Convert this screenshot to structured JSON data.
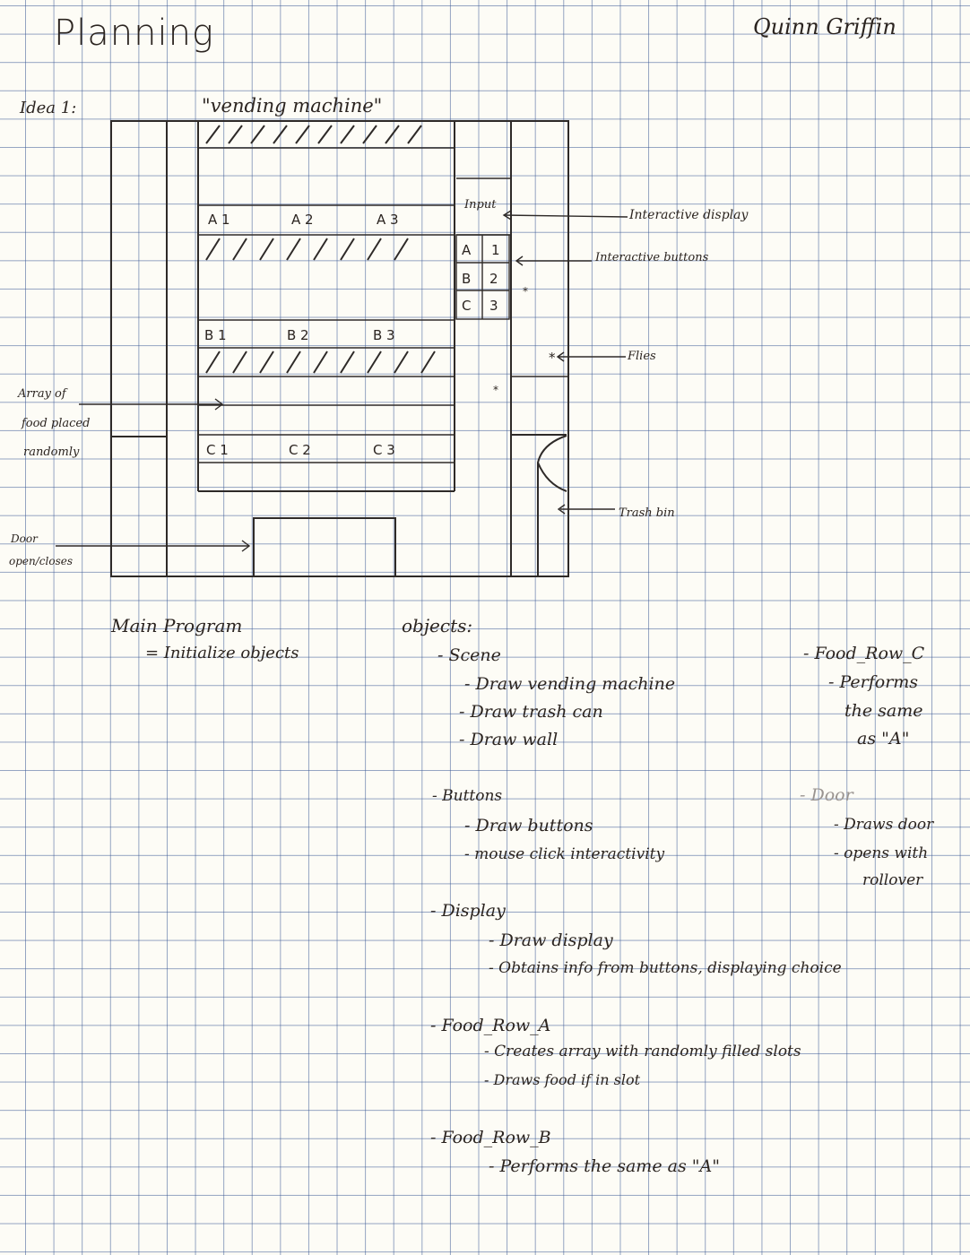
{
  "header": {
    "title": "Planning",
    "author": "Quinn Griffin"
  },
  "idea": {
    "label": "Idea 1:",
    "name": "\"vending machine\""
  },
  "sketch": {
    "slots": {
      "row_a": [
        "A 1",
        "A 2",
        "A 3"
      ],
      "row_b": [
        "B 1",
        "B 2",
        "B 3"
      ],
      "row_c": [
        "C 1",
        "C 2",
        "C 3"
      ]
    },
    "display_label": "Input",
    "buttons": [
      [
        "A",
        "1"
      ],
      [
        "B",
        "2"
      ],
      [
        "C",
        "3"
      ]
    ],
    "flies_glyph": "*",
    "annotations": {
      "interactive_display": "Interactive display",
      "interactive_buttons": "Interactive buttons",
      "flies": "Flies",
      "array_line1": "Array of",
      "array_line2": "food placed",
      "array_line3": "randomly",
      "trash_bin": "Trash bin",
      "door_line1": "Door",
      "door_line2": "open/closes"
    }
  },
  "main_program": {
    "heading": "Main Program",
    "items": [
      "= Initialize objects"
    ]
  },
  "objects": {
    "heading": "objects:",
    "groups": [
      {
        "name": "- Scene",
        "items": [
          "- Draw vending machine",
          "- Draw trash can",
          "- Draw wall"
        ]
      },
      {
        "name": "- Buttons",
        "items": [
          "- Draw buttons",
          "- mouse click interactivity"
        ]
      },
      {
        "name": "- Display",
        "items": [
          "- Draw display",
          "- Obtains info from buttons, displaying choice"
        ]
      },
      {
        "name": "- Food_Row_A",
        "items": [
          "- Creates array with randomly filled slots",
          "- Draws food if in slot"
        ]
      },
      {
        "name": "- Food_Row_B",
        "items": [
          "- Performs the same as \"A\""
        ]
      },
      {
        "name": "- Food_Row_C",
        "items": [
          "- Performs",
          "the same",
          "as \"A\""
        ]
      },
      {
        "name": "- Door",
        "items": [
          "- Draws door",
          "- opens with",
          "rollover"
        ]
      }
    ]
  }
}
